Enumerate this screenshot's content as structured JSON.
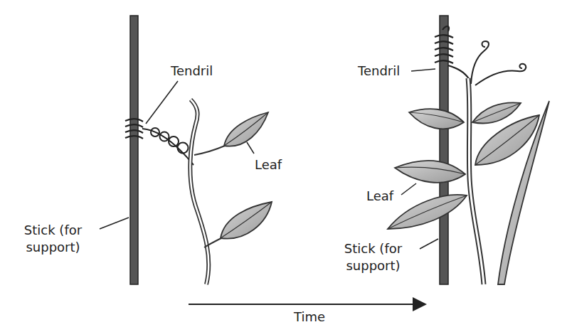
{
  "diagram": {
    "labels": [
      "Tendril",
      "Leaf",
      "Stick (for support)",
      "Tendril",
      "Leaf",
      "Stick (for support)",
      "Time"
    ]
  }
}
